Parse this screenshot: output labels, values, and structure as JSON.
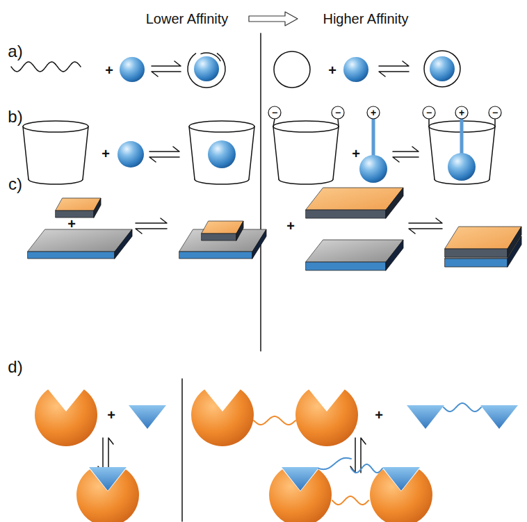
{
  "diagram": {
    "labels": [
      "Lower Affinity",
      "Higher Affinity",
      "a)",
      "+",
      "+",
      "b)",
      "+",
      "−",
      "−",
      "+",
      "+",
      "−",
      "+",
      "−",
      "c)",
      "+",
      "+",
      "d)",
      "+",
      "+"
    ]
  }
}
